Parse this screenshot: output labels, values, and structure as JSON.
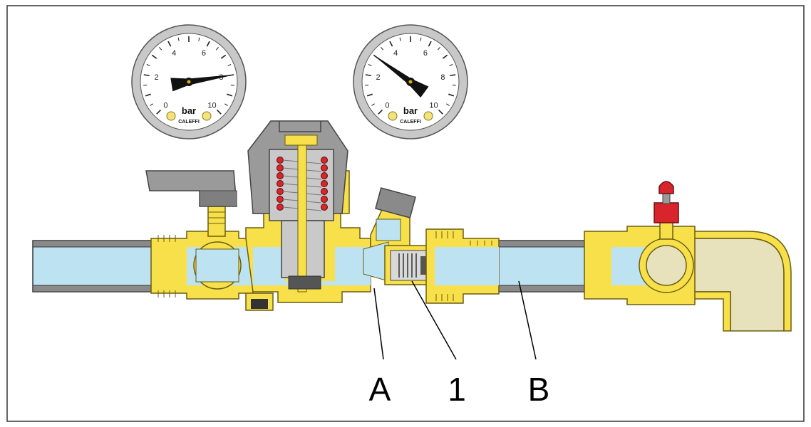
{
  "gauges": {
    "unit": "bar",
    "brand": "CALEFFI",
    "scale_labels": [
      "0",
      "2",
      "4",
      "6",
      "8",
      "10"
    ],
    "upstream_reading": 8,
    "downstream_reading": 3
  },
  "callouts": {
    "a": "A",
    "one": "1",
    "b": "B"
  },
  "colors": {
    "brass": "#f7e04a",
    "brass_stroke": "#6b5d10",
    "water": "#bde3f2",
    "pipe_wall": "#8a8a8a",
    "cap_grey": "#9a9a9a",
    "spring_red": "#d8242c",
    "elbow_cream": "#e8e2bc",
    "handle_red": "#d8242c"
  }
}
